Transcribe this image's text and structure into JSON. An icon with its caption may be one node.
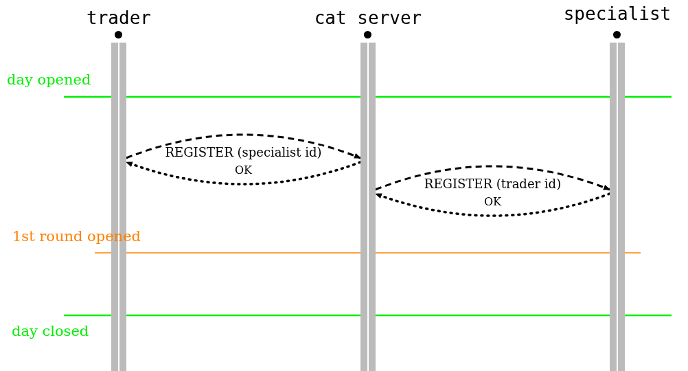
{
  "diagram": {
    "nodes": [
      {
        "text": [
          "trader"
        ]
      },
      {
        "text": [
          "cat server"
        ]
      },
      {
        "text": [
          "specialist"
        ]
      }
    ],
    "edges": [
      {
        "from": 0,
        "to": 1,
        "arrow": "to",
        "label": "REGISTER (specialist id)",
        "style": "dashed"
      },
      {
        "from": 1,
        "to": 0,
        "arrow": "to",
        "label": "OK"
      },
      {
        "from": 1,
        "to": 2,
        "arrow": "to",
        "label": "REGISTER (trader id)",
        "style": "dashed"
      },
      {
        "from": 2,
        "to": 1,
        "arrow": "to",
        "label": "OK"
      }
    ],
    "labels": [
      "day opened",
      "1st round opened",
      "day closed"
    ]
  }
}
